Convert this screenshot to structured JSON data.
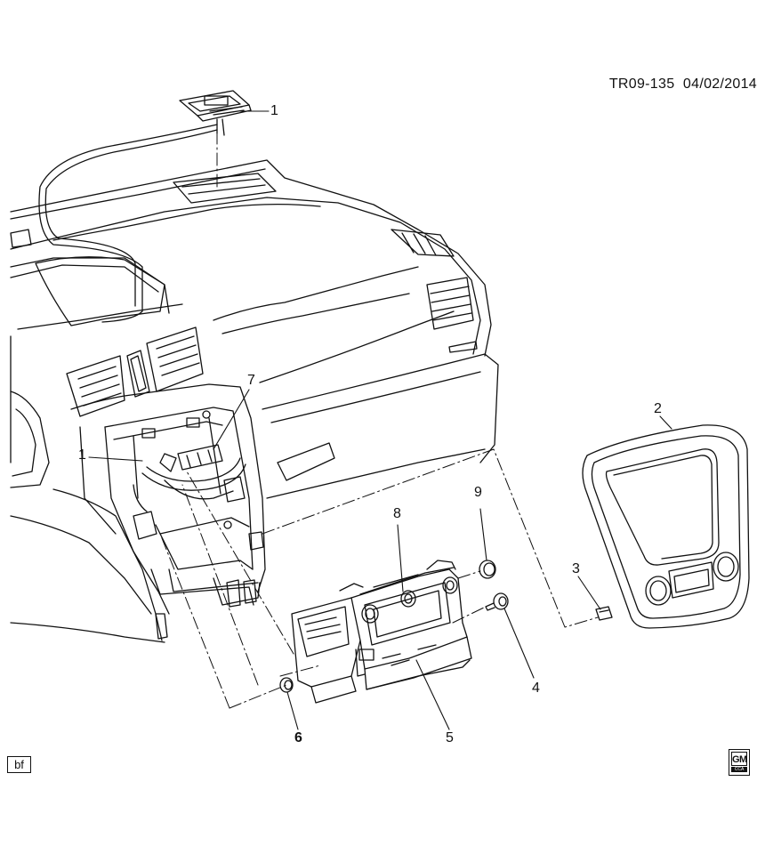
{
  "document": {
    "id": "TR09-135",
    "date": "04/02/2014",
    "tag": "bf"
  },
  "logo": {
    "top": "GM",
    "bottom": "CCA"
  },
  "callouts": {
    "c1_top": "1",
    "c1_left": "1",
    "c2": "2",
    "c3": "3",
    "c4": "4",
    "c5": "5",
    "c6": "6",
    "c7": "7",
    "c8": "8",
    "c9": "9"
  },
  "colors": {
    "ink": "#111111",
    "background": "#ffffff"
  }
}
